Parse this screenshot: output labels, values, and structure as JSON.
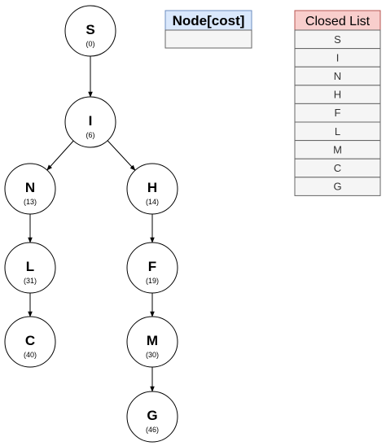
{
  "colors": {
    "node_fill": "#ffffff",
    "node_stroke": "#000000",
    "edge": "#000000",
    "node_cost_header_bg": "#dae8fc",
    "node_cost_header_border": "#6c8ebf",
    "closed_header_bg": "#f8cecc",
    "closed_header_border": "#b85450",
    "table_cell_bg": "#f5f5f5",
    "table_cell_border": "#666666"
  },
  "tree": {
    "nodes": [
      {
        "id": "S",
        "label": "S",
        "cost": "(0)"
      },
      {
        "id": "I",
        "label": "I",
        "cost": "(6)"
      },
      {
        "id": "N",
        "label": "N",
        "cost": "(13)"
      },
      {
        "id": "H",
        "label": "H",
        "cost": "(14)"
      },
      {
        "id": "L",
        "label": "L",
        "cost": "(31)"
      },
      {
        "id": "F",
        "label": "F",
        "cost": "(19)"
      },
      {
        "id": "C",
        "label": "C",
        "cost": "(40)"
      },
      {
        "id": "M",
        "label": "M",
        "cost": "(30)"
      },
      {
        "id": "G",
        "label": "G",
        "cost": "(46)"
      }
    ],
    "edges": [
      {
        "from": "S",
        "to": "I"
      },
      {
        "from": "I",
        "to": "N"
      },
      {
        "from": "I",
        "to": "H"
      },
      {
        "from": "N",
        "to": "L"
      },
      {
        "from": "L",
        "to": "C"
      },
      {
        "from": "H",
        "to": "F"
      },
      {
        "from": "F",
        "to": "M"
      },
      {
        "from": "M",
        "to": "G"
      }
    ]
  },
  "node_cost_table": {
    "header": "Node[cost]",
    "rows": [
      ""
    ]
  },
  "closed_list": {
    "header": "Closed List",
    "items": [
      "S",
      "I",
      "N",
      "H",
      "F",
      "L",
      "M",
      "C",
      "G"
    ]
  }
}
